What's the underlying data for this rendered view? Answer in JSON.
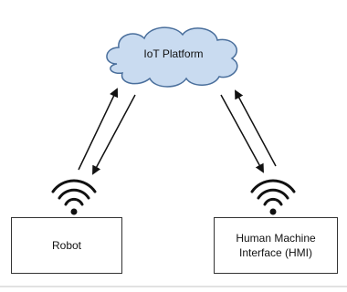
{
  "cloud": {
    "label": "IoT Platform",
    "fill_color": "#c9dbf0",
    "stroke_color": "#4a6f9c"
  },
  "nodes": {
    "robot": {
      "label": "Robot"
    },
    "hmi": {
      "line1": "Human Machine",
      "line2": "Interface (HMI)"
    }
  },
  "icons": {
    "robot_wifi": "wifi-icon",
    "hmi_wifi": "wifi-icon"
  },
  "colors": {
    "line": "#111111",
    "box_border": "#333333"
  }
}
